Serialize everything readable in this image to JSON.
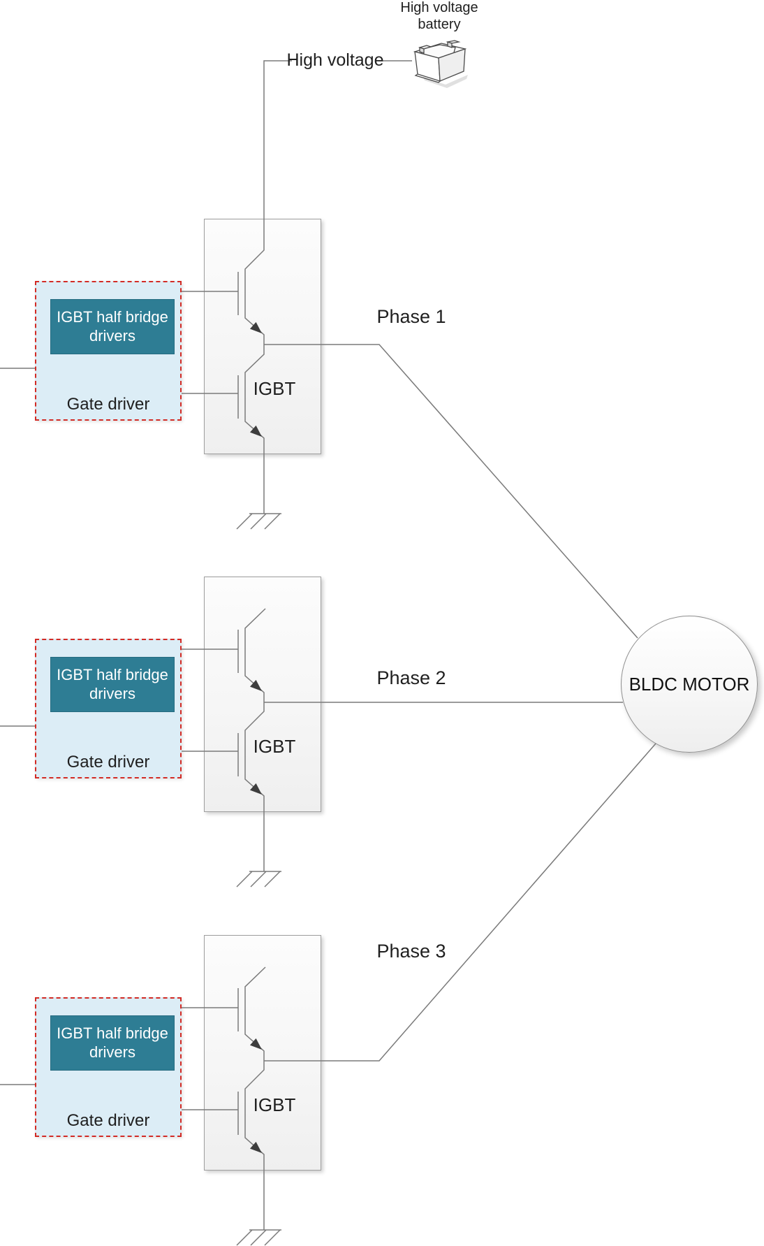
{
  "diagram": {
    "battery": {
      "caption": "High voltage battery",
      "bus_label": "High voltage"
    },
    "motor": {
      "label": "BLDC MOTOR"
    },
    "phases": [
      {
        "phase": "Phase 1",
        "igbt": "IGBT",
        "driver": "IGBT half bridge drivers",
        "gate": "Gate driver"
      },
      {
        "phase": "Phase 2",
        "igbt": "IGBT",
        "driver": "IGBT half bridge drivers",
        "gate": "Gate driver"
      },
      {
        "phase": "Phase 3",
        "igbt": "IGBT",
        "driver": "IGBT half bridge drivers",
        "gate": "Gate driver"
      }
    ],
    "colors": {
      "teal_driver_box": "#2e7d94",
      "gate_box_fill": "#dcedf6",
      "gate_box_border_red": "#d22b25",
      "wire_gray": "#7a7a7a",
      "arrowhead": "#3d3d3d",
      "shape_border": "#9e9e9e"
    }
  }
}
